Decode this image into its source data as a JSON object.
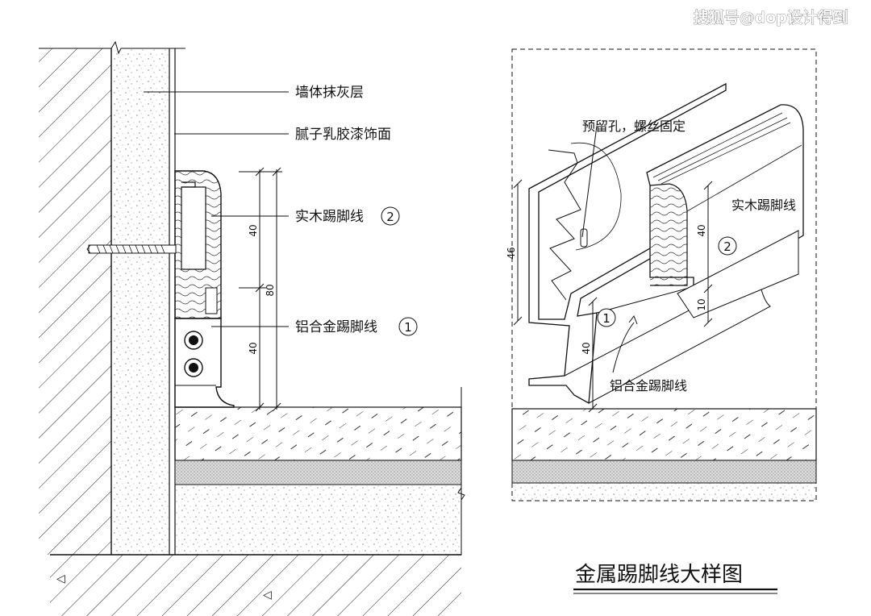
{
  "watermark": "搜狐号@dop设计得到",
  "title": "金属踢脚线大样图",
  "left_section": {
    "labels": {
      "plaster": "墙体抹灰层",
      "putty": "腻子乳胶漆饰面",
      "wood_skirting": "实木踢脚线",
      "aluminum_skirting": "铝合金踢脚线"
    },
    "markers": {
      "wood": "2",
      "aluminum": "1"
    },
    "dimensions": {
      "upper": "40",
      "total": "80",
      "lower": "40"
    }
  },
  "right_section": {
    "labels": {
      "reserved_hole": "预留孔，螺丝固定",
      "wood_skirting": "实木踢脚线",
      "aluminum_skirting": "铝合金踢脚线"
    },
    "markers": {
      "wood": "2",
      "aluminum": "1"
    },
    "dimensions": {
      "left": "46",
      "wood_height": "40",
      "gap": "10",
      "aluminum_height": "40"
    }
  },
  "colors": {
    "line": "#111111",
    "background": "#ffffff"
  }
}
